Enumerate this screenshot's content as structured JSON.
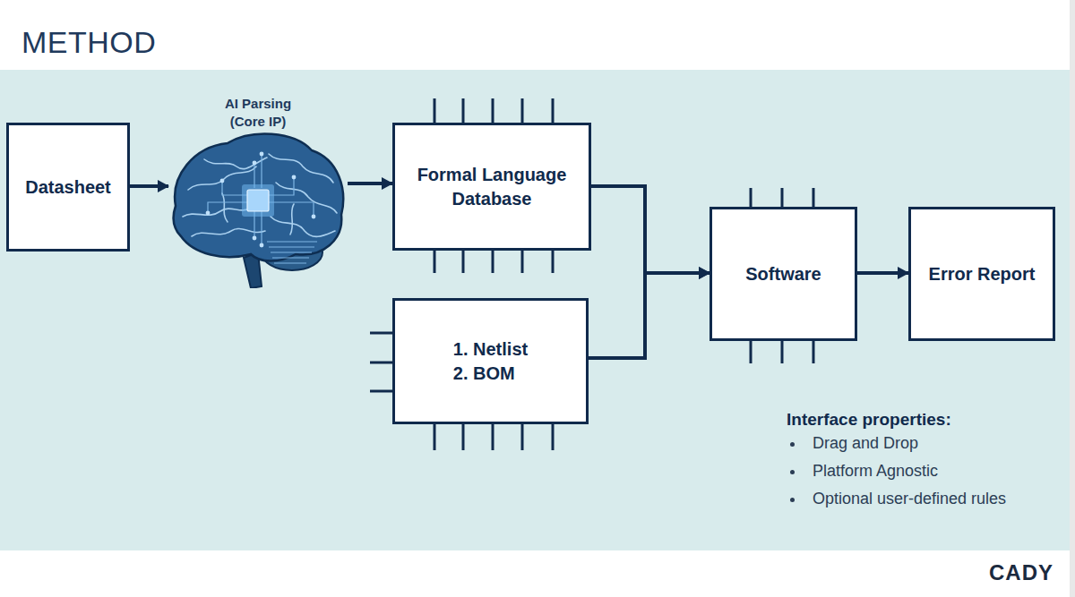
{
  "diagram": {
    "title": "METHOD",
    "nodes": [
      {
        "text": [
          "Datasheet"
        ]
      },
      {
        "text": [
          "AI Parsing (Core IP)"
        ]
      },
      {
        "text": [
          "Formal Language Database"
        ]
      },
      {
        "text": [
          "1. Netlist",
          "2. BOM"
        ]
      },
      {
        "text": [
          "Software"
        ]
      },
      {
        "text": [
          "Error Report"
        ]
      }
    ],
    "edges": [
      {
        "from": 0,
        "to": 1,
        "arrow": "to"
      },
      {
        "from": 1,
        "to": 2,
        "arrow": "to"
      },
      {
        "from": 2,
        "to": 4,
        "arrow": "to"
      },
      {
        "from": 3,
        "to": 4,
        "arrow": "to"
      },
      {
        "from": 4,
        "to": 5,
        "arrow": "to"
      }
    ],
    "labels": [
      "Interface properties:",
      "Drag and Drop",
      "Platform Agnostic",
      "Optional user-defined rules",
      "CADY"
    ]
  }
}
